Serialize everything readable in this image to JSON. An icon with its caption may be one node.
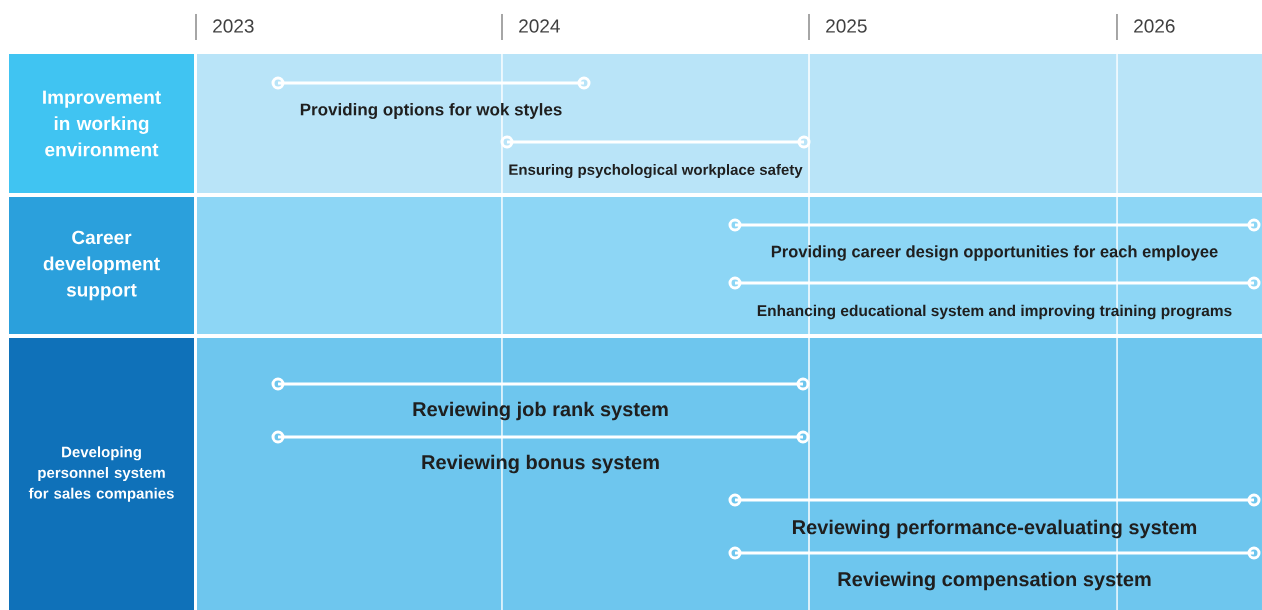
{
  "diagram": {
    "nodes": [
      {
        "text": [
          "Improvement in working environment"
        ]
      },
      {
        "text": [
          "Career development support"
        ]
      },
      {
        "text": [
          "Developing personnel system for sales companies"
        ]
      },
      {
        "text": [
          "Providing options for wok styles"
        ]
      },
      {
        "text": [
          "Ensuring psychological workplace safety"
        ]
      },
      {
        "text": [
          "Providing career design opportunities for each employee"
        ]
      },
      {
        "text": [
          "Enhancing educational system and improving training programs"
        ]
      },
      {
        "text": [
          "Reviewing job rank system"
        ]
      },
      {
        "text": [
          "Reviewing bonus system"
        ]
      },
      {
        "text": [
          "Reviewing performance-evaluating system"
        ]
      },
      {
        "text": [
          "Reviewing compensation system"
        ]
      }
    ],
    "labels": [
      "2023",
      "2024",
      "2025",
      "2026"
    ]
  }
}
